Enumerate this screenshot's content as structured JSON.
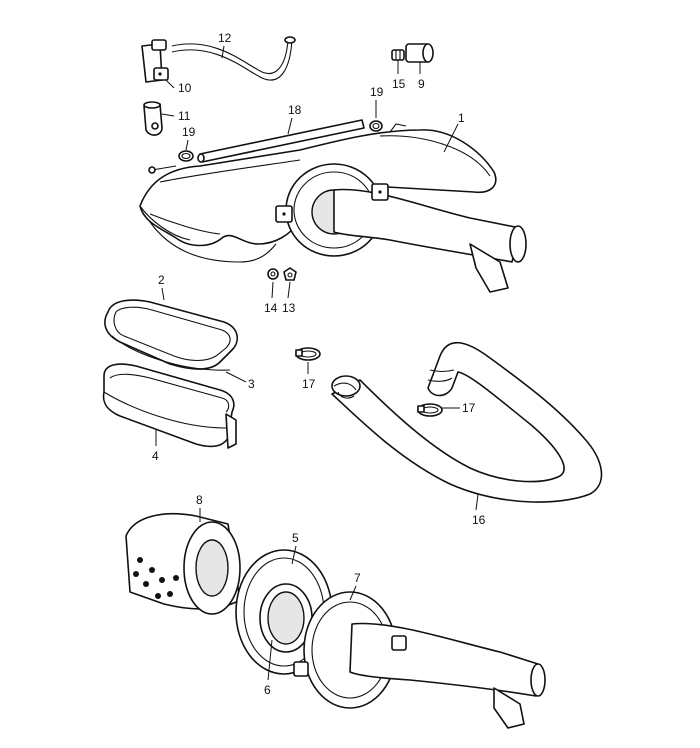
{
  "diagram": {
    "callouts": [
      {
        "key": "c1",
        "label": "1"
      },
      {
        "key": "c2",
        "label": "2"
      },
      {
        "key": "c3",
        "label": "3"
      },
      {
        "key": "c4",
        "label": "4"
      },
      {
        "key": "c5",
        "label": "5"
      },
      {
        "key": "c6",
        "label": "6"
      },
      {
        "key": "c7",
        "label": "7"
      },
      {
        "key": "c8",
        "label": "8"
      },
      {
        "key": "c9",
        "label": "9"
      },
      {
        "key": "c10",
        "label": "10"
      },
      {
        "key": "c11",
        "label": "11"
      },
      {
        "key": "c12",
        "label": "12"
      },
      {
        "key": "c13",
        "label": "13"
      },
      {
        "key": "c14",
        "label": "14"
      },
      {
        "key": "c15",
        "label": "15"
      },
      {
        "key": "c16",
        "label": "16"
      },
      {
        "key": "c17a",
        "label": "17"
      },
      {
        "key": "c17b",
        "label": "17"
      },
      {
        "key": "c18",
        "label": "18"
      },
      {
        "key": "c19a",
        "label": "19"
      },
      {
        "key": "c19b",
        "label": "19"
      }
    ]
  }
}
